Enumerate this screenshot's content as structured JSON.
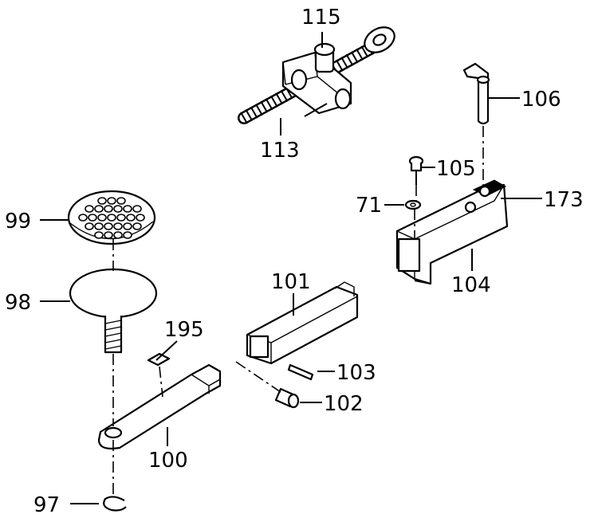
{
  "labels": {
    "p115": "115",
    "p113": "113",
    "p106": "106",
    "p105": "105",
    "p71": "71",
    "p173": "173",
    "p104": "104",
    "p99": "99",
    "p98": "98",
    "p195": "195",
    "p101": "101",
    "p103": "103",
    "p102": "102",
    "p100": "100",
    "p97": "97"
  }
}
